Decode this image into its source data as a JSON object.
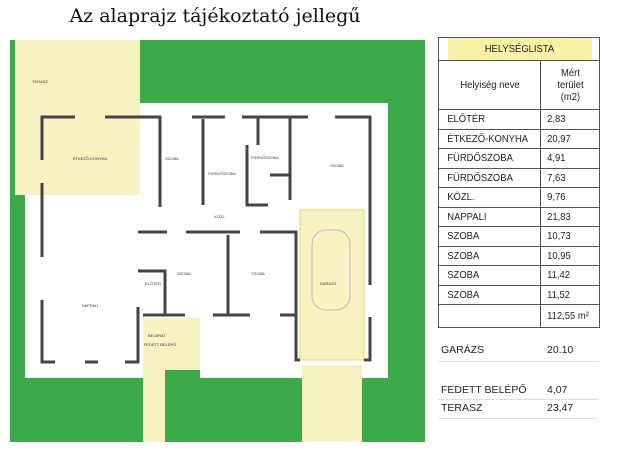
{
  "title": "Az alaprajz tájékoztató jellegű",
  "plan": {
    "rooms": {
      "terasz": "TERASZ",
      "etkezo": "ÉTKEZŐ-KONYHA",
      "szoba1": "SZOBA",
      "furdo1": "FÜRDŐSZOBA",
      "furdo2": "FÜRDŐSZOBA",
      "szoba2": "SZOBA",
      "kozl": "KÖZL.",
      "eloter": "ELŐTÉR",
      "szoba3": "SZOBA",
      "szoba4": "SZOBA",
      "garazs": "GARÁZS",
      "nappali": "NAPPALI",
      "bejarat": "BEJÁRAT",
      "fedett": "FEDETT BELÉPŐ"
    },
    "colors": {
      "lawn": "#3daa4a",
      "terrace": "#f7f2c2",
      "wall": "#444444",
      "garage_outline": "#e8d95a"
    }
  },
  "table": {
    "title": "HELYSÉGLISTA",
    "col_name": "Helyiség neve",
    "col_area": "Mért terület (m2)",
    "rows": [
      {
        "name": "ELŐTÉR",
        "area": "2,83"
      },
      {
        "name": "ÉTKEZŐ-KONYHA",
        "area": "20,97"
      },
      {
        "name": "FÜRDŐSZOBA",
        "area": "4,91"
      },
      {
        "name": "FÜRDŐSZOBA",
        "area": "7,63"
      },
      {
        "name": "KÖZL.",
        "area": "9,76"
      },
      {
        "name": "NAPPALI",
        "area": "21,83"
      },
      {
        "name": "SZOBA",
        "area": "10,73"
      },
      {
        "name": "SZOBA",
        "area": "10,95"
      },
      {
        "name": "SZOBA",
        "area": "11,42"
      },
      {
        "name": "SZOBA",
        "area": "11,52"
      }
    ],
    "total": "112,55 m²",
    "extras": [
      {
        "name": "GARÁZS",
        "area": "20.10"
      },
      {
        "name": "FEDETT BELÉPŐ",
        "area": "4,07"
      },
      {
        "name": "TERASZ",
        "area": "23,47"
      }
    ]
  }
}
